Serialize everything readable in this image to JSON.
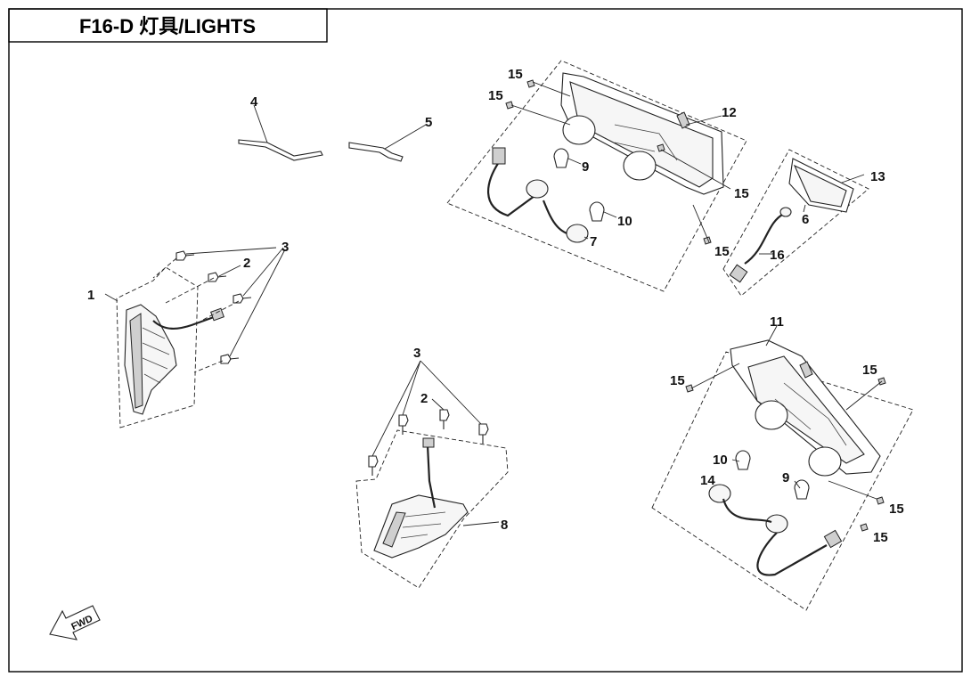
{
  "title": "F16-D 灯具/LIGHTS",
  "fwd_label": "FWD",
  "icons": {
    "fwd_arrow": "fwd-arrow-icon"
  },
  "callouts": {
    "c1": "1",
    "c2a": "2",
    "c2b": "2",
    "c3a": "3",
    "c3b": "3",
    "c4": "4",
    "c5": "5",
    "c6": "6",
    "c7": "7",
    "c8": "8",
    "c9a": "9",
    "c9b": "9",
    "c10a": "10",
    "c10b": "10",
    "c11": "11",
    "c12": "12",
    "c13": "13",
    "c14": "14",
    "c15a": "15",
    "c15b": "15",
    "c15c": "15",
    "c15d": "15",
    "c15e": "15",
    "c15f": "15",
    "c15g": "15",
    "c15h": "15",
    "c16": "16"
  }
}
